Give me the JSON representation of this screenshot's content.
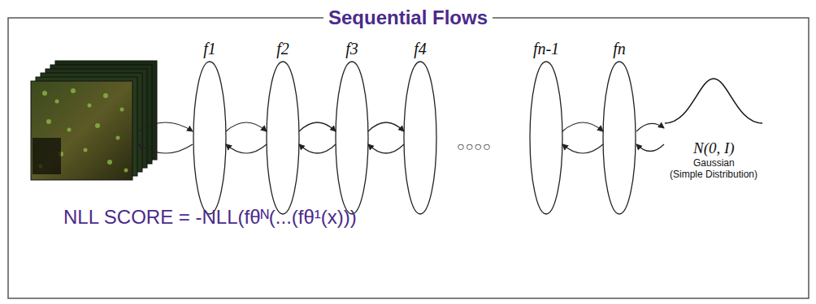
{
  "diagram": {
    "title": "Sequential Flows",
    "nodes": [
      {
        "text": [
          "f1"
        ]
      },
      {
        "text": [
          "f2"
        ]
      },
      {
        "text": [
          "f3"
        ]
      },
      {
        "text": [
          "f4"
        ]
      },
      {
        "text": [
          "fn-1"
        ]
      },
      {
        "text": [
          "fn"
        ]
      }
    ],
    "edges": [
      {
        "from": 0,
        "to": 1,
        "arrow": "to"
      },
      {
        "from": 1,
        "to": 0,
        "arrow": "to"
      },
      {
        "from": 1,
        "to": 2,
        "arrow": "to"
      },
      {
        "from": 2,
        "to": 1,
        "arrow": "to"
      },
      {
        "from": 2,
        "to": 3,
        "arrow": "to"
      },
      {
        "from": 3,
        "to": 2,
        "arrow": "to"
      },
      {
        "from": 4,
        "to": 5,
        "arrow": "to"
      },
      {
        "from": 5,
        "to": 4,
        "arrow": "to"
      }
    ],
    "labels": [
      "○○○○",
      "N(0, I)",
      "Gaussian",
      "(Simple Distribution)",
      "NLL SCORE = -NLL(fθᴺ(...(fθ¹(x)))"
    ]
  }
}
